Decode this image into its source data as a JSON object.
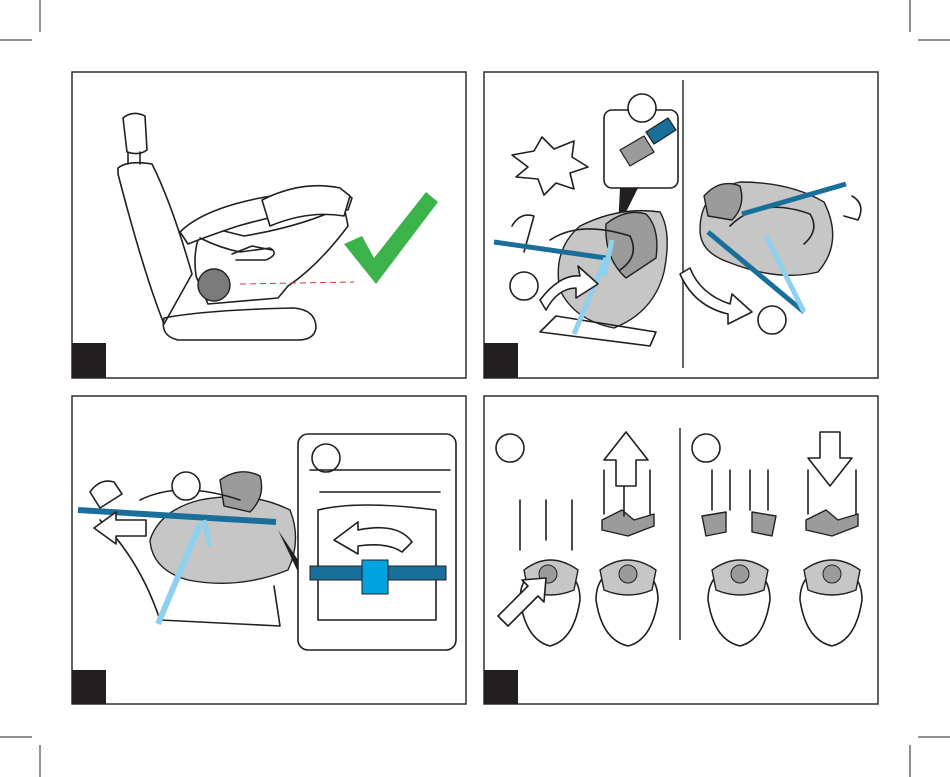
{
  "colors": {
    "frame": "#231f20",
    "belt_light": "#8fd0ee",
    "belt_dark": "#1a6f9a",
    "check_green": "#3bb34a",
    "step_badge": "#231f20",
    "seat_gray": "#9b9b9b"
  },
  "panels": [
    {
      "id": "panel-1",
      "icons": [
        "car-seat-icon",
        "check-mark-icon",
        "level-indicator-icon"
      ]
    },
    {
      "id": "panel-2",
      "icons": [
        "crash-burst-icon",
        "belt-buckle-icon",
        "rotate-arrow-icon"
      ]
    },
    {
      "id": "panel-3",
      "icons": [
        "pull-arrow-icon",
        "belt-clip-icon",
        "rotate-arrow-icon"
      ]
    },
    {
      "id": "panel-4",
      "icons": [
        "up-arrow-icon",
        "down-arrow-icon",
        "press-arrow-icon"
      ]
    }
  ]
}
